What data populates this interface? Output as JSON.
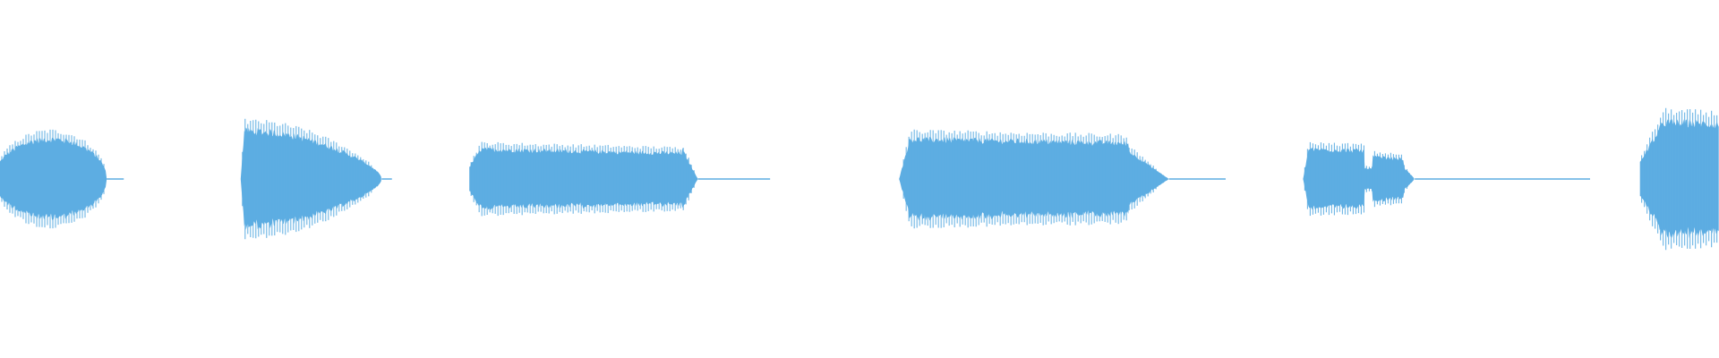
{
  "waveform": {
    "color": "#5DADE2",
    "background": "#FFFFFF",
    "segments": [
      {
        "start": 0.0,
        "end": 0.062,
        "peak": 0.24,
        "shape": "bulge",
        "tail_end": 0.072
      },
      {
        "start": 0.14,
        "end": 0.222,
        "peak": 0.34,
        "shape": "front",
        "tail_end": 0.228
      },
      {
        "start": 0.273,
        "end": 0.406,
        "peak": 0.18,
        "shape": "fade",
        "tail_end": 0.448
      },
      {
        "start": 0.523,
        "end": 0.68,
        "peak": 0.24,
        "shape": "plateau",
        "tail_end": 0.713
      },
      {
        "start": 0.758,
        "end": 0.823,
        "peak": 0.18,
        "shape": "double",
        "tail_end": 0.925
      },
      {
        "start": 0.954,
        "end": 1.0,
        "peak": 0.34,
        "shape": "rise",
        "tail_end": 1.0
      }
    ]
  }
}
